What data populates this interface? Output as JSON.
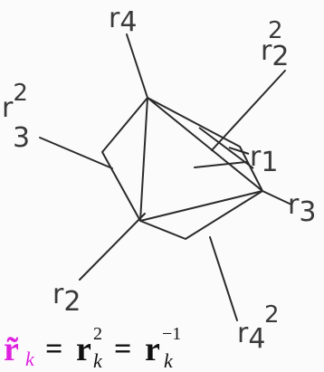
{
  "diagram": {
    "labels": {
      "r4": {
        "base": "r",
        "sub": "4"
      },
      "r2_sq_top": {
        "base": "r",
        "sup": "2",
        "sub": "2"
      },
      "r3_sq": {
        "base": "r",
        "sup": "2",
        "sub": "3"
      },
      "r1": {
        "base": "r",
        "sub": "1"
      },
      "r3": {
        "base": "r",
        "sub": "3"
      },
      "r2": {
        "base": "r",
        "sub": "2"
      },
      "r4_sq": {
        "base": "r",
        "sup": "2",
        "sub": "4"
      }
    },
    "stroke_color": "#2b2b2b"
  },
  "equation": {
    "lhs": "r̃",
    "lhs_sub": "k",
    "lhs_color": "#e020e0",
    "eq1": "=",
    "mid": "r",
    "mid_sup": "2",
    "mid_sub": "k",
    "eq2": "=",
    "rhs": "r",
    "rhs_sup": "−1",
    "rhs_sub": "k"
  }
}
